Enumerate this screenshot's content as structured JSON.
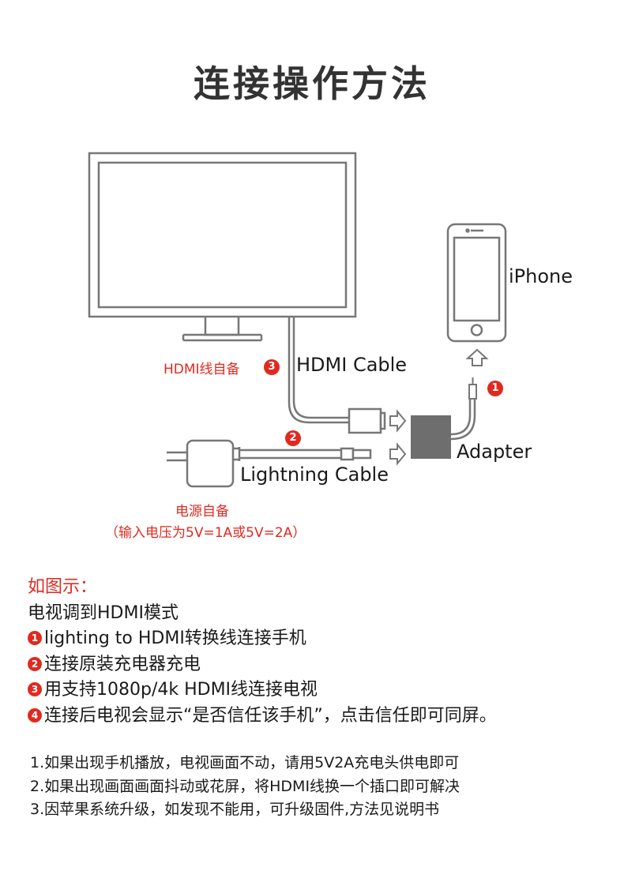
{
  "title": "连接操作方法",
  "diagram": {
    "iphone_label": "iPhone",
    "hdmi_cable_label": "HDMI Cable",
    "adapter_label": "Adapter",
    "lightning_cable_label": "Lightning Cable",
    "hdmi_self_supply": "HDMI线自备",
    "power_self_supply": "电源自备",
    "power_input_note": "（输入电压为5V=1A或5V=2A）",
    "marker_1": "1",
    "marker_2": "2",
    "marker_3": "3"
  },
  "instructions": {
    "heading": "如图示：",
    "line0": "电视调到HDMI模式",
    "steps": [
      {
        "num": "1",
        "text": "lighting to HDMI转换线连接手机"
      },
      {
        "num": "2",
        "text": "连接原装充电器充电"
      },
      {
        "num": "3",
        "text": "用支持1080p/4k HDMI线连接电视"
      },
      {
        "num": "4",
        "text": "连接后电视会显示“是否信任该手机”，点击信任即可同屏。"
      }
    ]
  },
  "notes": [
    "1.如果出现手机播放，电视画面不动，请用5V2A充电头供电即可",
    "2.如果出现画面画面抖动或花屏，将HDMI线换一个插口即可解决",
    "3.因苹果系统升级，如发现不能用，可升级固件,方法见说明书"
  ],
  "colors": {
    "accent_red": "#e02a20",
    "line_gray": "#777777",
    "adapter_fill": "#6e6e6e"
  }
}
